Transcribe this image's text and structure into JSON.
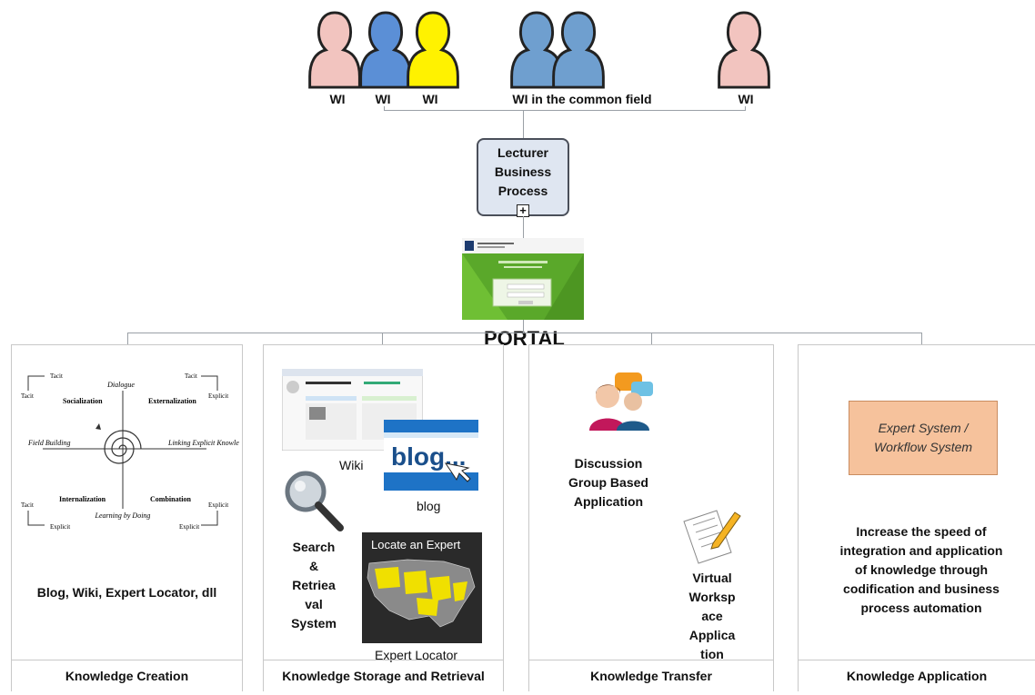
{
  "people": {
    "labels": [
      "WI",
      "WI",
      "WI",
      "WI in the common field",
      "WI"
    ]
  },
  "process": {
    "lines": [
      "Lecturer",
      "Business",
      "Process"
    ],
    "expand_symbol": "+"
  },
  "portal": {
    "title": "PORTAL"
  },
  "panels": [
    {
      "footer": "Knowledge Creation",
      "caption": "Blog, Wiki, Expert Locator, dll",
      "seci": {
        "quadrants": [
          "Socialization",
          "Externalization",
          "Internalization",
          "Combination"
        ],
        "axes": [
          "Dialogue",
          "Field Building",
          "Linking Explicit Knowledge",
          "Learning by Doing"
        ],
        "corner_labels": [
          "Tacit",
          "Tacit",
          "Tacit",
          "Explicit",
          "Tacit",
          "Explicit",
          "Explicit",
          "Explicit"
        ]
      }
    },
    {
      "footer": "Knowledge Storage and Retrieval",
      "wiki_label": "Wiki",
      "blog_label": "blog",
      "blog_image_text": "blog...",
      "search_lines": [
        "Search",
        "&",
        "Retriea",
        "val",
        "System"
      ],
      "locator_image_title": "Locate an Expert",
      "locator_label": "Expert Locator"
    },
    {
      "footer": "Knowledge Transfer",
      "discussion_lines": [
        "Discussion",
        "Group Based",
        "Application"
      ],
      "virtual_lines": [
        "Virtual",
        "Worksp",
        "ace",
        "Applica",
        "tion"
      ]
    },
    {
      "footer": "Knowledge Application",
      "box_lines": [
        "Expert System /",
        "Workflow System"
      ],
      "description_lines": [
        "Increase the speed of",
        "integration and application",
        "of knowledge through",
        "codification and business",
        "process automation"
      ]
    }
  ],
  "colors": {
    "person_pink": "#f2c4bf",
    "person_blue": "#5b8fd6",
    "person_yellow": "#fff200",
    "person_steel": "#6f9fcf",
    "process_fill": "#dfe6f1",
    "expert_box": "#f6c29c",
    "portal_green": "#5aa82a"
  }
}
